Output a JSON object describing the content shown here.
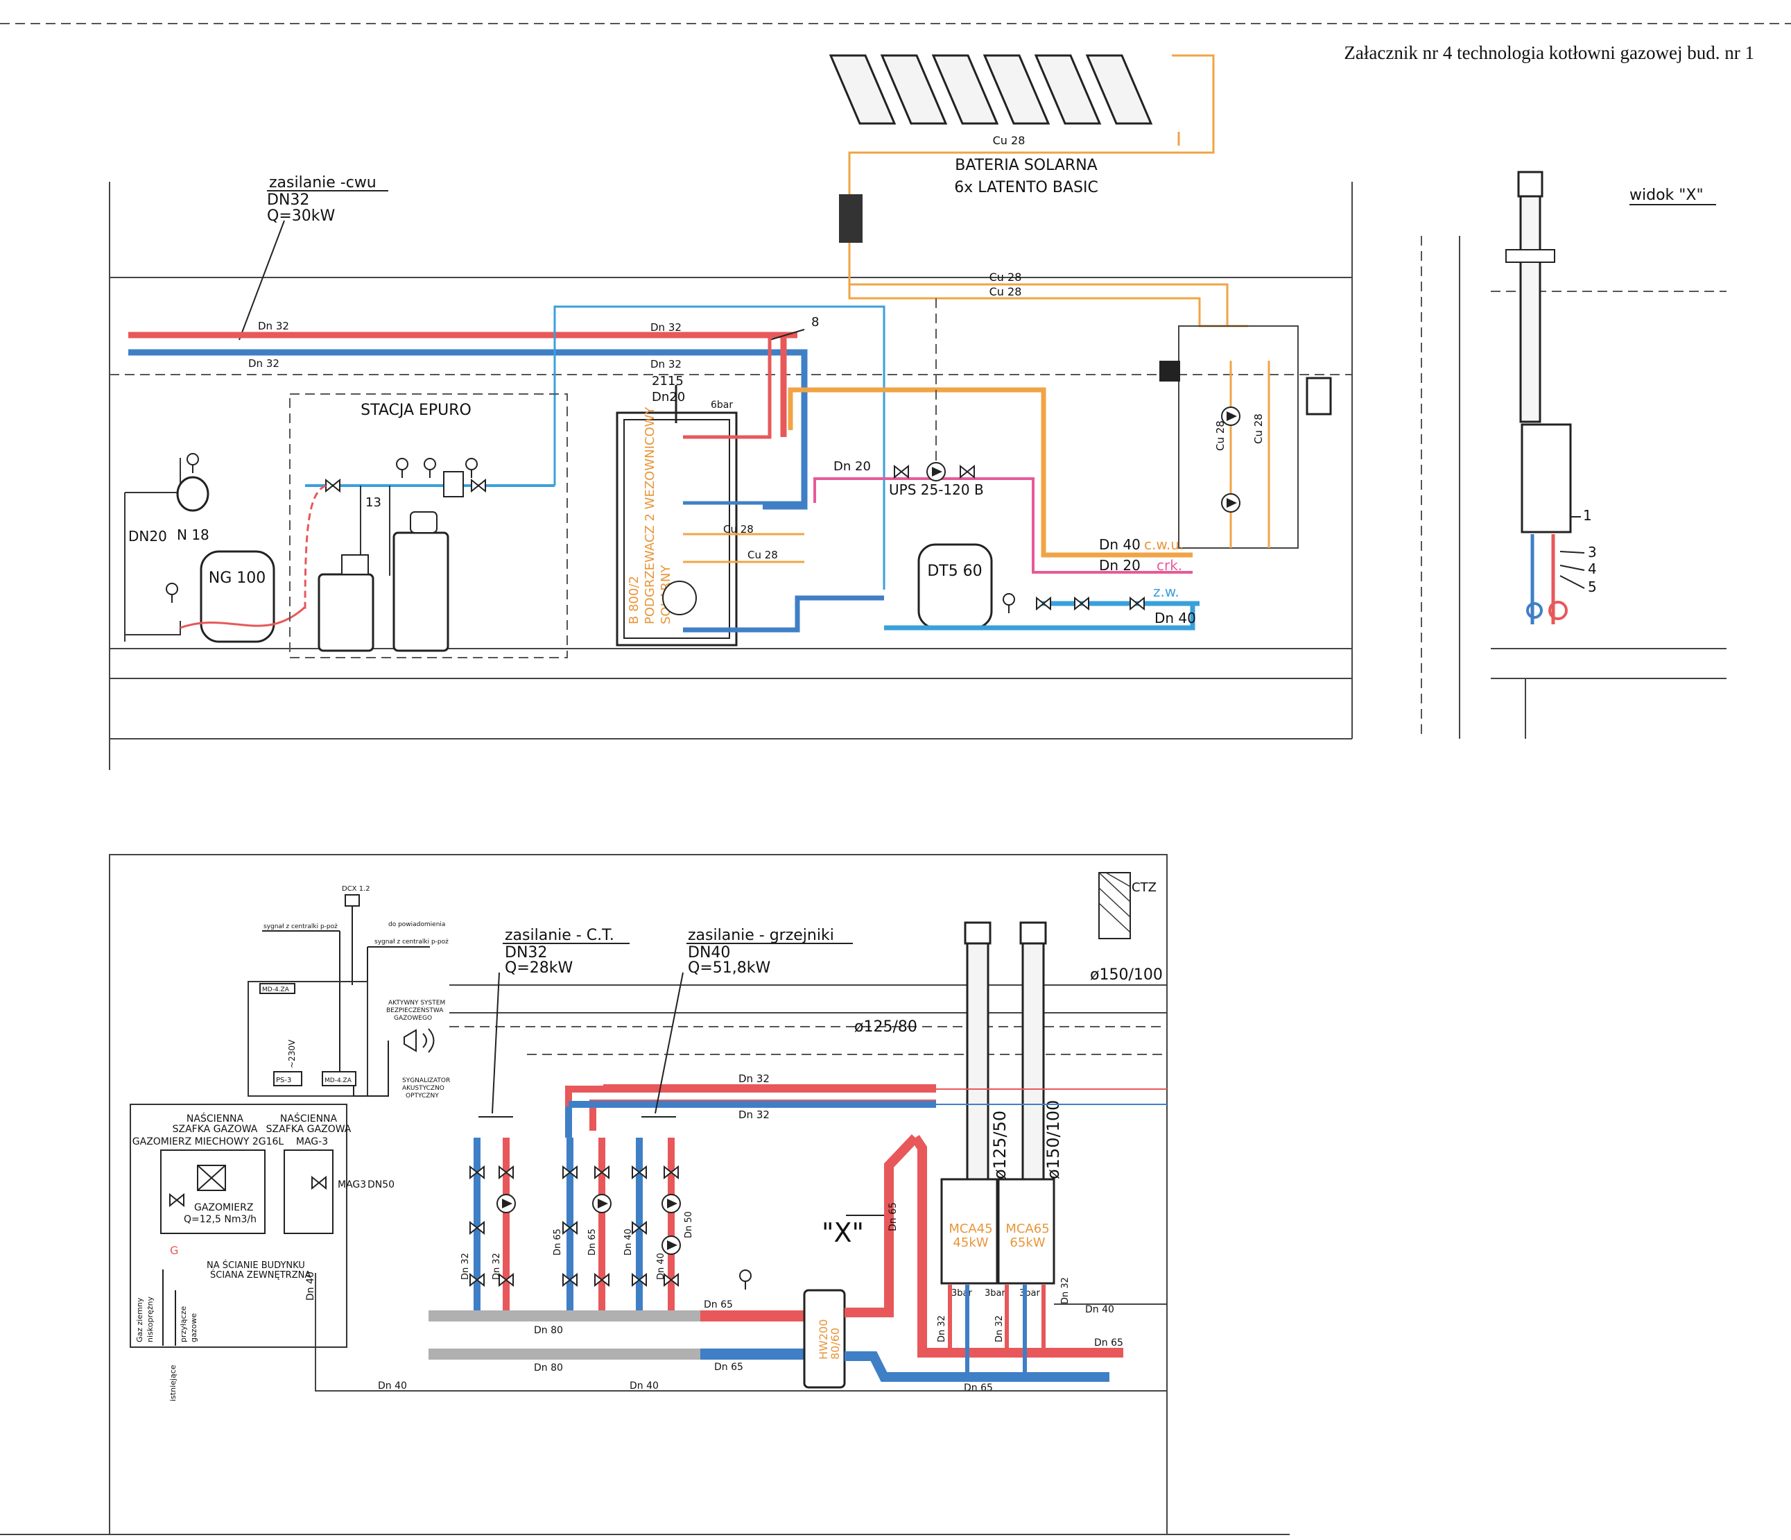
{
  "title": "Załacznik nr 4 technologia kotłowni gazowej bud. nr 1",
  "colors": {
    "supply": "#e8585a",
    "return": "#3f7fc6",
    "cold_water": "#39a0dc",
    "solar": "#f0a445",
    "circulation": "#e65a9a",
    "header": "#b0b0b0",
    "line": "#333333"
  },
  "solar": {
    "name": "BATERIA SOLARNA",
    "model": "6x LATENTO BASIC",
    "pipe1": "Cu 28",
    "pipe2": "Cu 28",
    "pipe3": "Cu 28"
  },
  "dhw": {
    "label": "zasilanie -cwu",
    "dn": "DN32",
    "q": "Q=30kW",
    "pipe_top": "Dn 32",
    "pipe_bottom": "Dn 32",
    "pipe_mid_top": "Dn 32",
    "pipe_mid_bottom": "Dn 32",
    "tag8": "8",
    "tag2115": "2115",
    "dn20": "Dn20",
    "bar6": "6bar",
    "station": "STACJA EPURO",
    "tag13": "13",
    "vessel_n18": "N 18",
    "dn20_left": "DN20",
    "vessel_ng100": "NG 100",
    "heater_line1": "B 800/2",
    "heater_line2": "PODGRZEWACZ 2 WEZOWNICOWY",
    "heater_line3": "SOLARNY",
    "cu28_a": "Cu 28",
    "cu28_b": "Cu 28",
    "dn20_pump": "Dn 20",
    "pump": "UPS 25-120 B",
    "dt5": "DT5 60",
    "out_cwu_dn": "Dn 40",
    "out_cwu": "c.w.u.",
    "out_crk_dn": "Dn 20",
    "out_crk": "crk.",
    "out_zw": "z.w.",
    "out_zw_dn": "Dn 40",
    "sg_cu28_a": "Cu 28",
    "sg_cu28_b": "Cu 28"
  },
  "view_x": {
    "label": "widok \"X\"",
    "items": [
      "1",
      "3",
      "4",
      "5"
    ]
  },
  "boiler": {
    "ch_label": "zasilanie - C.T.",
    "ch_dn": "DN32",
    "ch_q": "Q=28kW",
    "rad_label": "zasilanie - grzejniki",
    "rad_dn": "DN40",
    "rad_q": "Q=51,8kW",
    "ctz": "CTZ",
    "flue1": "ø150/100",
    "flue2": "ø125/80",
    "flue_v1": "ø125/50",
    "flue_v2": "ø150/100",
    "dn32_a": "Dn 32",
    "dn32_b": "Dn 32",
    "view_marker": "\"X\"",
    "dn65_v": "Dn 65",
    "boiler1_name": "MCA45",
    "boiler1_power": "45kW",
    "boiler2_name": "MCA65",
    "boiler2_power": "65kW",
    "hydro1": "HW200",
    "hydro2": "80/60",
    "bar3a": "3bar",
    "bar3b": "3bar",
    "bar3c": "3bar",
    "dn40_r": "Dn 40",
    "dn65_r": "Dn 65",
    "dn65_bot": "Dn 65",
    "dn65_hdr": "Dn 65",
    "dn65_hdr2": "Dn 65",
    "dn80_a": "Dn 80",
    "dn80_b": "Dn 80",
    "dn40_bot1": "Dn 40",
    "dn40_bot2": "Dn 40",
    "branch_dn": [
      "Dn 32",
      "Dn 32",
      "Dn 65",
      "Dn 65",
      "Dn 40",
      "Dn 40",
      "Dn 50"
    ],
    "dn32_v": [
      "Dn 32",
      "Dn 32",
      "Dn 32"
    ],
    "dn40_gas": "Dn 40"
  },
  "gas": {
    "dcx": "DCX 1.2",
    "signal1": "sygnał z centralki p-poż",
    "signal2": "do powiadomienia",
    "signal3": "sygnał z centralki p-poż",
    "md1": "MD-4.ZA",
    "ps3": "PS-3",
    "md2": "MD-4.ZA",
    "v230": "~230V",
    "active1": "AKTYWNY SYSTEM",
    "active2": "BEZPIECZEŃSTWA",
    "active3": "GAZOWEGO",
    "siren1": "SYGNALIZATOR",
    "siren2": "AKUSTYCZNO",
    "siren3": "OPTYCZNY",
    "cab1_1": "NAŚCIENNA",
    "cab1_2": "SZAFKA GAZOWA",
    "cab1_3": "GAZOMIERZ MIECHOWY 2G16L",
    "cab2_1": "NAŚCIENNA",
    "cab2_2": "SZAFKA GAZOWA",
    "cab2_3": "MAG-3",
    "meter": "GAZOMIERZ",
    "meter_q": "Q=12,5 Nm3/h",
    "mag": "MAG3",
    "mag_dn": "DN50",
    "wall1": "NA ŚCIANIE BUDYNKU",
    "wall2": "ŚCIANA ZEWNĘTRZNA",
    "g_mark": "G",
    "ground1": "Gaz ziemny",
    "ground2": "niskoprężny",
    "conn1": "przyłącze",
    "conn2": "gazowe",
    "exist": "istniejące"
  }
}
